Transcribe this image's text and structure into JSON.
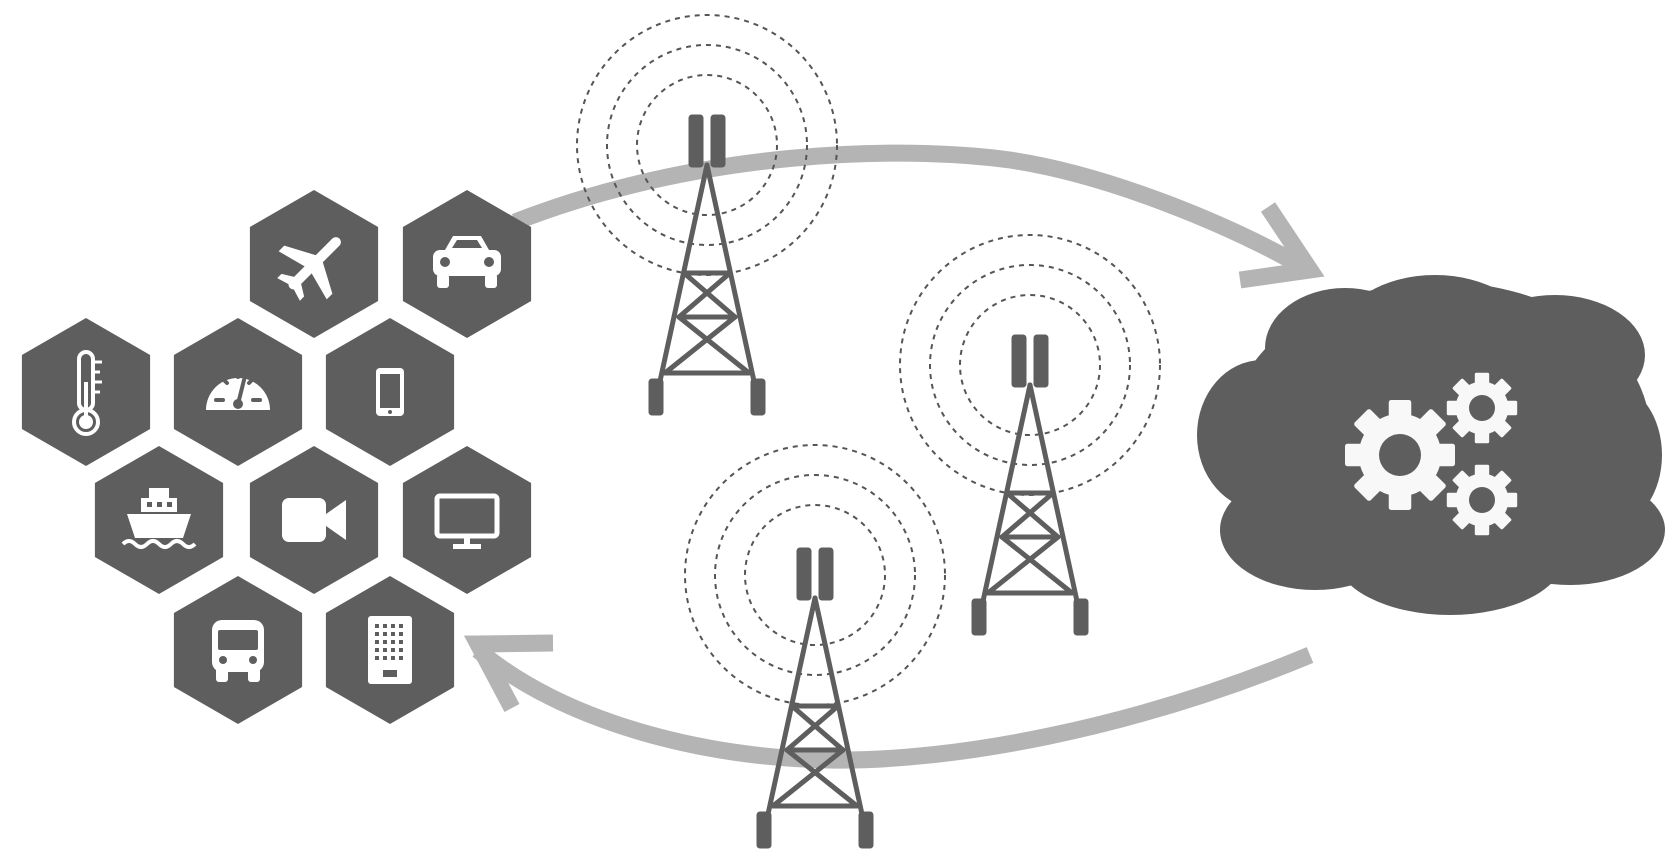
{
  "colors": {
    "background": "#ffffff",
    "hex_fill": "#5e5e5e",
    "icon_fill": "#ffffff",
    "tower": "#5e5e5e",
    "arrow": "#b4b4b4",
    "cloud": "#5e5e5e",
    "gear": "#f8f8f8",
    "signal_ring": "#555555"
  },
  "device_hexes": [
    {
      "icon": "airplane-icon"
    },
    {
      "icon": "car-icon"
    },
    {
      "icon": "thermometer-icon"
    },
    {
      "icon": "gauge-icon"
    },
    {
      "icon": "smartphone-icon"
    },
    {
      "icon": "ship-icon"
    },
    {
      "icon": "video-camera-icon"
    },
    {
      "icon": "monitor-icon"
    },
    {
      "icon": "bus-icon"
    },
    {
      "icon": "keypad-icon"
    }
  ],
  "towers": [
    {
      "name": "cell-tower-top"
    },
    {
      "name": "cell-tower-right"
    },
    {
      "name": "cell-tower-bottom"
    }
  ],
  "cloud": {
    "icon": "gears-icon"
  },
  "arrows": [
    {
      "name": "uplink-arrow",
      "direction": "to-cloud"
    },
    {
      "name": "downlink-arrow",
      "direction": "to-devices"
    }
  ]
}
